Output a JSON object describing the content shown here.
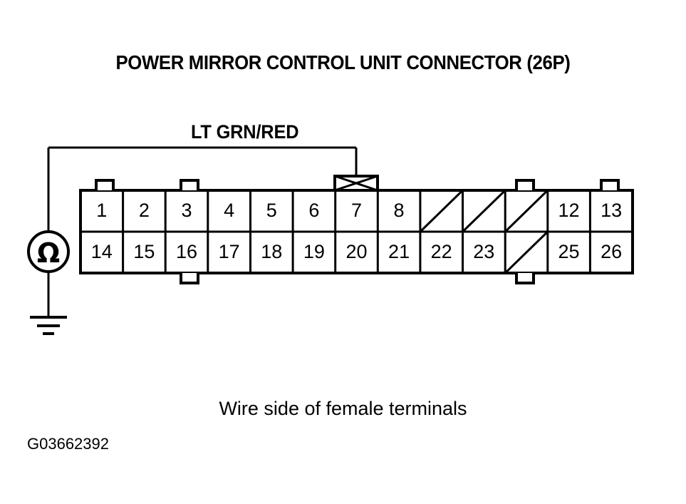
{
  "title": "POWER MIRROR CONTROL UNIT CONNECTOR (26P)",
  "wire": {
    "label": "LT GRN/RED",
    "probe_pin": "7"
  },
  "meter": {
    "symbol": "Ω",
    "type": "ohmmeter",
    "ground": "chassis-ground"
  },
  "connector": {
    "columns": 13,
    "rows": 2,
    "top_row": [
      {
        "pin": "1",
        "blank": false
      },
      {
        "pin": "2",
        "blank": false
      },
      {
        "pin": "3",
        "blank": false
      },
      {
        "pin": "4",
        "blank": false
      },
      {
        "pin": "5",
        "blank": false
      },
      {
        "pin": "6",
        "blank": false
      },
      {
        "pin": "7",
        "blank": false
      },
      {
        "pin": "8",
        "blank": false
      },
      {
        "pin": "",
        "blank": true
      },
      {
        "pin": "",
        "blank": true
      },
      {
        "pin": "",
        "blank": true
      },
      {
        "pin": "12",
        "blank": false
      },
      {
        "pin": "13",
        "blank": false
      }
    ],
    "bottom_row": [
      {
        "pin": "14",
        "blank": false
      },
      {
        "pin": "15",
        "blank": false
      },
      {
        "pin": "16",
        "blank": false
      },
      {
        "pin": "17",
        "blank": false
      },
      {
        "pin": "18",
        "blank": false
      },
      {
        "pin": "19",
        "blank": false
      },
      {
        "pin": "20",
        "blank": false
      },
      {
        "pin": "21",
        "blank": false
      },
      {
        "pin": "22",
        "blank": false
      },
      {
        "pin": "23",
        "blank": false
      },
      {
        "pin": "",
        "blank": true
      },
      {
        "pin": "25",
        "blank": false
      },
      {
        "pin": "26",
        "blank": false
      }
    ]
  },
  "caption": "Wire side of female terminals",
  "figure_id": "G03662392",
  "colors": {
    "ink": "#000000",
    "background": "#ffffff"
  }
}
